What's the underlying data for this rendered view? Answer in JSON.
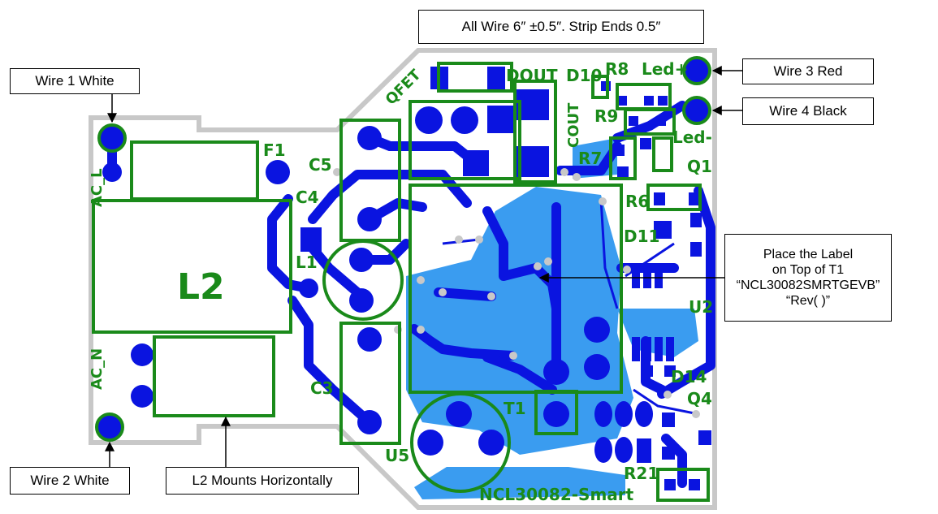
{
  "callouts": {
    "top": "All Wire 6″ ±0.5″. Strip Ends 0.5″",
    "wire1": "Wire 1 White",
    "wire2": "Wire 2 White",
    "wire3": "Wire 3 Red",
    "wire4": "Wire 4 Black",
    "l2_mount": "L2 Mounts Horizontally",
    "label_lines": [
      "Place the Label",
      "on Top of T1",
      "“NCL30082SMRTGEVB”",
      "“Rev( )”"
    ]
  },
  "silkscreen": {
    "F1": "F1",
    "C5": "C5",
    "C4": "C4",
    "L1": "L1",
    "C3": "C3",
    "U5": "U5",
    "T1": "T1",
    "L2": "L2",
    "AC_L": "AC_L",
    "AC_N": "AC_N",
    "QFET": "QFET",
    "DOUT": "DOUT",
    "D10": "D10",
    "R8": "R8",
    "Led_plus": "Led+",
    "R9": "R9",
    "COUT": "COUT",
    "Led_minus": "Led-",
    "R7": "R7",
    "Q1": "Q1",
    "R6": "R6",
    "D11": "D11",
    "U2": "U2",
    "D14": "D14",
    "Q4": "Q4",
    "R21": "R21",
    "board_name": "NCL30082-Smart"
  },
  "colors": {
    "copper": "#0a14e0",
    "pour": "#3a9cf0",
    "silk": "#1a8a1a",
    "outline": "#c8c8c8"
  }
}
